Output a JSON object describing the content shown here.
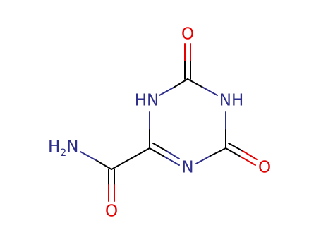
{
  "colors": {
    "background": "#ffffff",
    "bond": "#000000",
    "nitrogen": "#2e2e8c",
    "oxygen": "#e60000"
  },
  "atoms": {
    "o_top": {
      "element": "O",
      "label": "O"
    },
    "c_top": {
      "element": "C",
      "label": ""
    },
    "nh_left": {
      "element": "N",
      "label": "HN"
    },
    "nh_right": {
      "element": "N",
      "label": "NH"
    },
    "c_left": {
      "element": "C",
      "label": ""
    },
    "c_right": {
      "element": "C",
      "label": ""
    },
    "n_bottom": {
      "element": "N",
      "label": "N"
    },
    "o_right": {
      "element": "O",
      "label": "O"
    },
    "c_amide": {
      "element": "C",
      "label": ""
    },
    "nh2": {
      "element": "N",
      "label": "H",
      "subscript": "2",
      "suffix": "N"
    },
    "o_amide": {
      "element": "O",
      "label": "O"
    }
  }
}
